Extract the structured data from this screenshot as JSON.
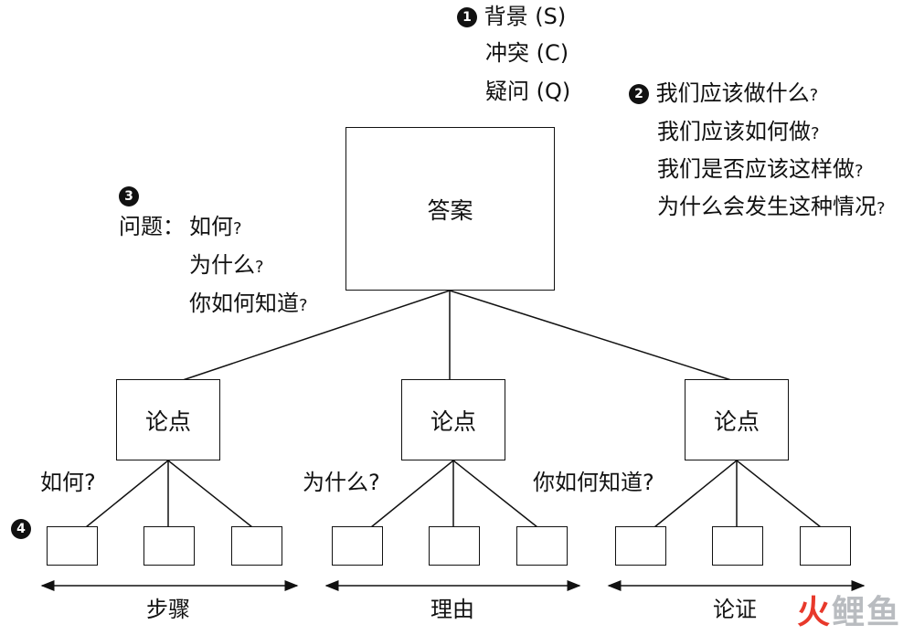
{
  "scq": {
    "marker": "1",
    "items": [
      "背景 (S)",
      "冲突 (C)",
      "疑问 (Q)"
    ]
  },
  "answer_questions": {
    "marker": "2",
    "items": [
      "我们应该做什么",
      "我们应该如何做",
      "我们是否应该这样做",
      "为什么会发生这种情况"
    ],
    "qmark": "?"
  },
  "question_types": {
    "marker": "3",
    "label": "问题：",
    "items": [
      "如何",
      "为什么",
      "你如何知道"
    ],
    "qmark": "?"
  },
  "answer_box": {
    "label": "答案"
  },
  "argument_boxes": [
    {
      "label": "论点",
      "question": "如何?",
      "axis_label": "步骤"
    },
    {
      "label": "论点",
      "question": "为什么?",
      "axis_label": "理由"
    },
    {
      "label": "论点",
      "question": "你如何知道?",
      "axis_label": "论证"
    }
  ],
  "support_marker": "4",
  "watermark": {
    "text_part1": "火",
    "text_part2": "鲤",
    "text_part3": "鱼",
    "colors": {
      "red": "#e8392b",
      "grey": "#b9bcc0"
    }
  }
}
